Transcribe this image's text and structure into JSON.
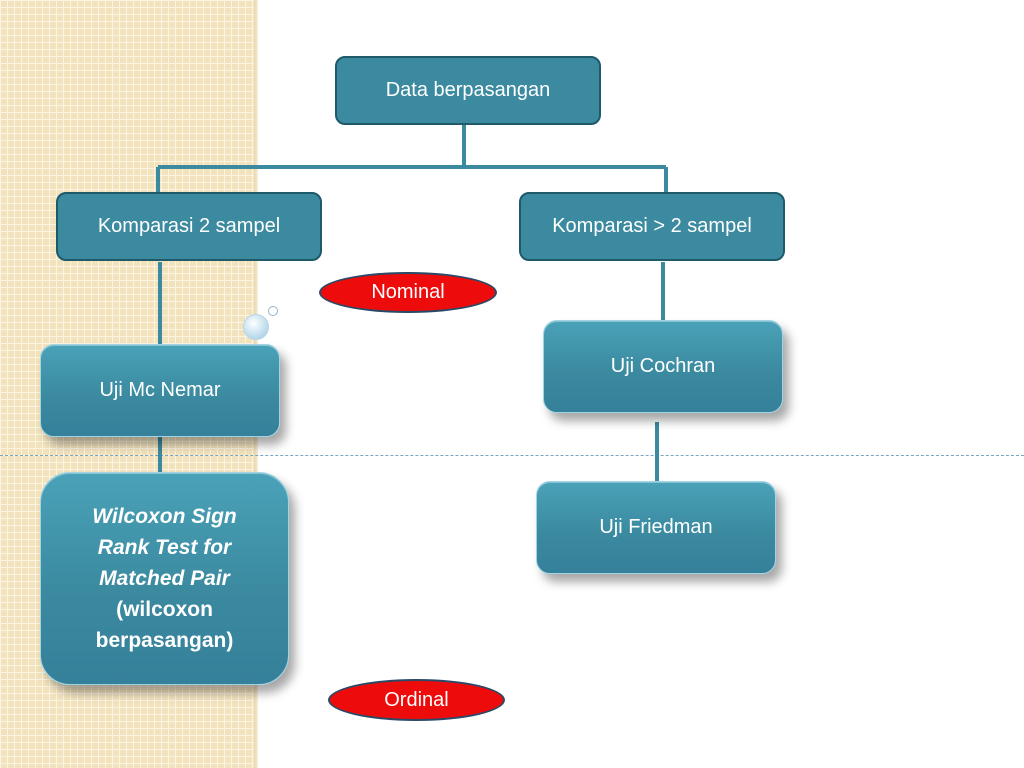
{
  "diagram": {
    "root": "Data berpasangan",
    "branches": {
      "left": "Komparasi 2 sampel",
      "right": "Komparasi > 2 sampel"
    },
    "scales": {
      "nominal": "Nominal",
      "ordinal": "Ordinal"
    },
    "tests": {
      "mc_nemar": "Uji Mc Nemar",
      "cochran": "Uji Cochran",
      "friedman": "Uji Friedman",
      "wilcoxon_line1": "Wilcoxon Sign",
      "wilcoxon_line2": "Rank Test for",
      "wilcoxon_line3": "Matched Pair",
      "wilcoxon_line4": "(wilcoxon",
      "wilcoxon_line5": "berpasangan)"
    }
  },
  "colors": {
    "box_fill": "#3b8aa0",
    "box_border": "#1f5a6b",
    "connector": "#3b8aa0",
    "pill_fill": "#ee0b0b",
    "side_pattern": "#f3e3bd"
  }
}
